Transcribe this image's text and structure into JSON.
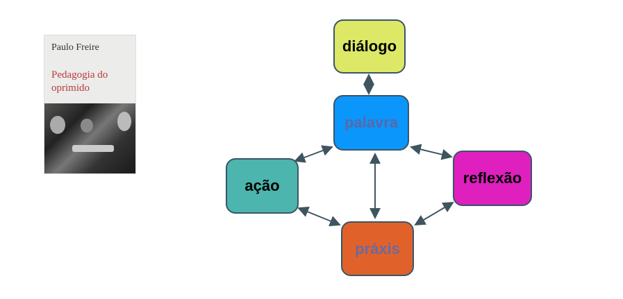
{
  "book": {
    "author": "Paulo Freire",
    "title": "Pedagogia do oprimido"
  },
  "nodes": {
    "dialogo": {
      "label": "diálogo",
      "color": "#dde866"
    },
    "palavra": {
      "label": "palavra",
      "color": "#0b96fc"
    },
    "acao": {
      "label": "ação",
      "color": "#4cb5ad"
    },
    "reflexao": {
      "label": "reflexão",
      "color": "#e01fbf"
    },
    "praxis": {
      "label": "práxis",
      "color": "#e0622a"
    }
  }
}
